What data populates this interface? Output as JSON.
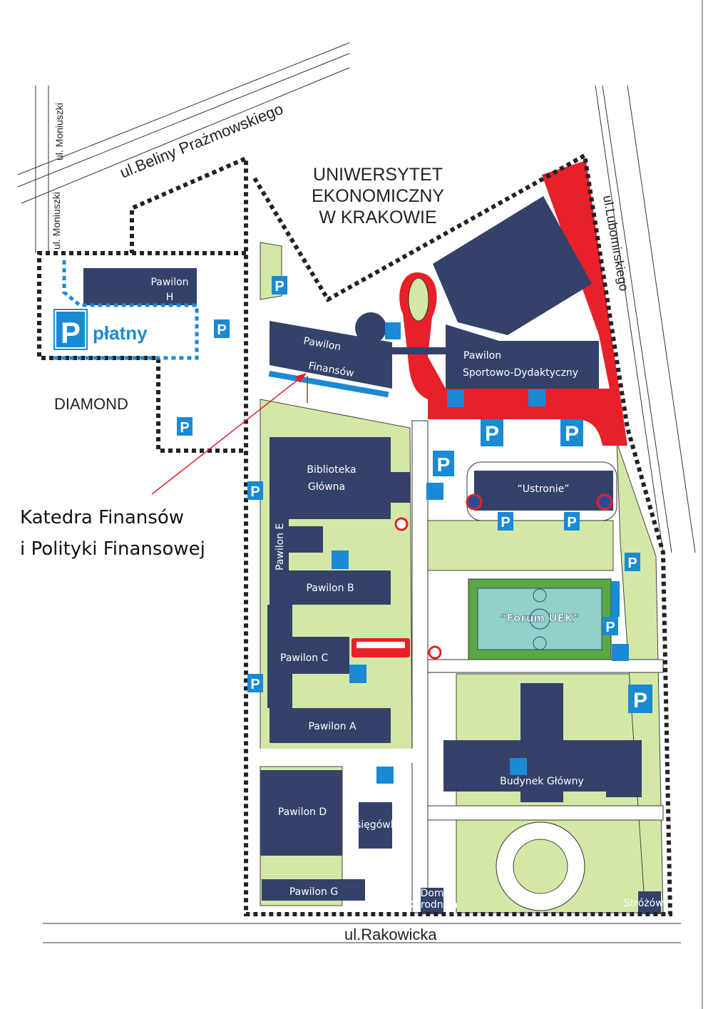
{
  "title": [
    "UNIWERSYTET",
    "EKONOMICZNY",
    "W KRAKOWIE"
  ],
  "streets": {
    "beliny": "ul.Beliny Prażmowskiego",
    "moniuszki_top": "ul. Moniuszki",
    "moniuszki_bottom": "ul. Moniuszki",
    "lubomirskiego": "ul.Lubomirskiego",
    "rakowicka": "ul.Rakowicka"
  },
  "buildings": {
    "pawilon_h": [
      "Pawilon",
      "H"
    ],
    "pawilon_finansow": [
      "Pawilon",
      "Finansów"
    ],
    "sportowo": [
      "Pawilon",
      "Sportowo-Dydaktyczny"
    ],
    "ustronie": "“Ustronie”",
    "biblioteka": [
      "Biblioteka",
      "Główna"
    ],
    "pawilon_e": "Pawilon E",
    "pawilon_b": "Pawilon B",
    "pawilon_c": "Pawilon C",
    "pawilon_a": "Pawilon A",
    "pawilon_d": "Pawilon D",
    "ksiegowka": "Księgówka",
    "pawilon_g": "Pawilon G",
    "budynek_glowny": "Budynek Główny",
    "dom_ogrodnika": [
      "Dom",
      "Ogrodnika"
    ],
    "strozowka": "Stróżówka",
    "forum": "“Forum UEK”"
  },
  "diamond": "DIAMOND",
  "paid_parking": {
    "symbol": "P",
    "label": "płatny"
  },
  "parking_symbol": "P",
  "annotation": {
    "line1": "Katedra Finansów",
    "line2": "i Polityki Finansowej"
  },
  "colors": {
    "building": "#34426a",
    "green": "#d3e8a6",
    "red": "#e8202a",
    "parking": "#1a8ad4",
    "annotation": "#e0202a"
  }
}
